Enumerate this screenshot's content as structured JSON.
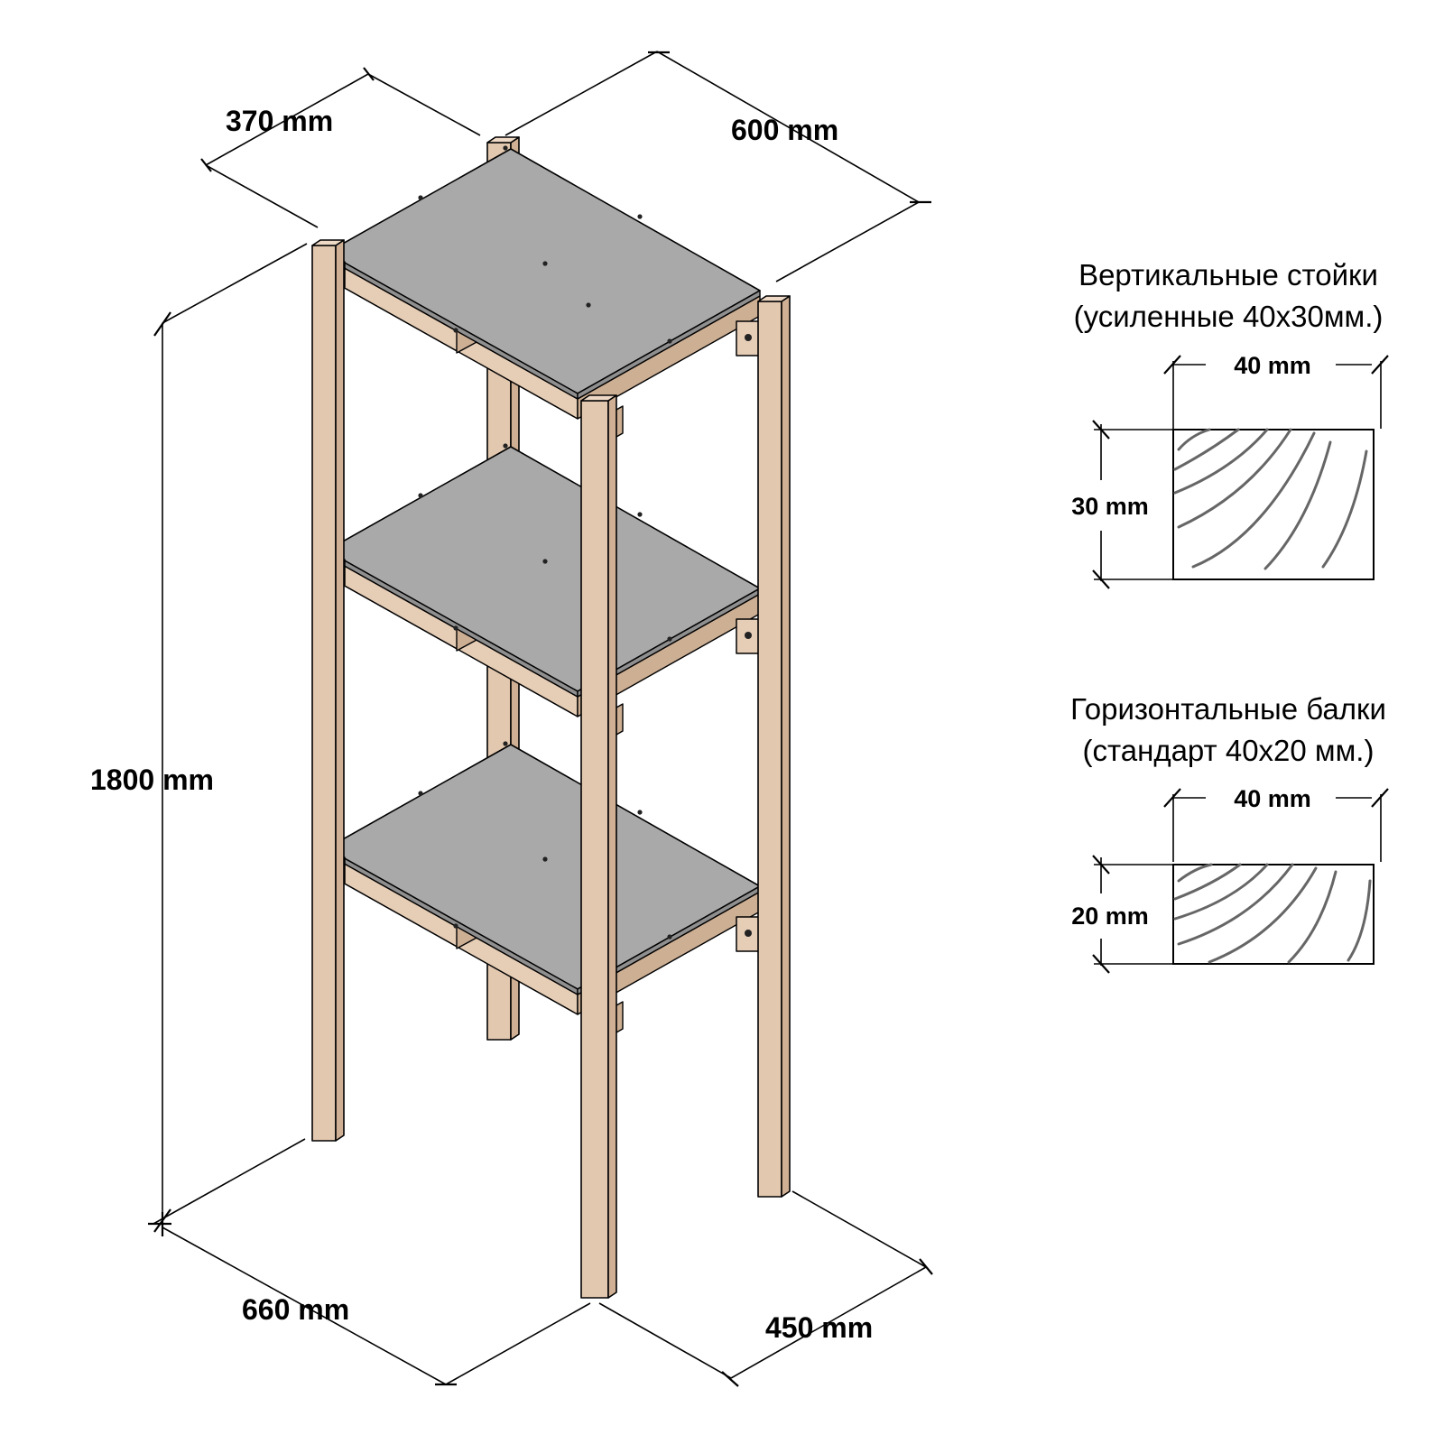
{
  "dimensions": {
    "depth_top": "370 mm",
    "width_top": "600 mm",
    "height": "1800 mm",
    "width_bottom": "660 mm",
    "depth_bottom": "450 mm"
  },
  "sections": [
    {
      "title": "Вертикальные стойки",
      "subtitle": "(усиленные 40х30мм.)",
      "width_label": "40 mm",
      "height_label": "30 mm"
    },
    {
      "title": "Горизонтальные балки",
      "subtitle": "(стандарт 40х20 мм.)",
      "width_label": "40 mm",
      "height_label": "20 mm"
    }
  ],
  "colors": {
    "wood": "#e3c8b0",
    "shelf": "#a9a9a9",
    "line": "#000000"
  }
}
